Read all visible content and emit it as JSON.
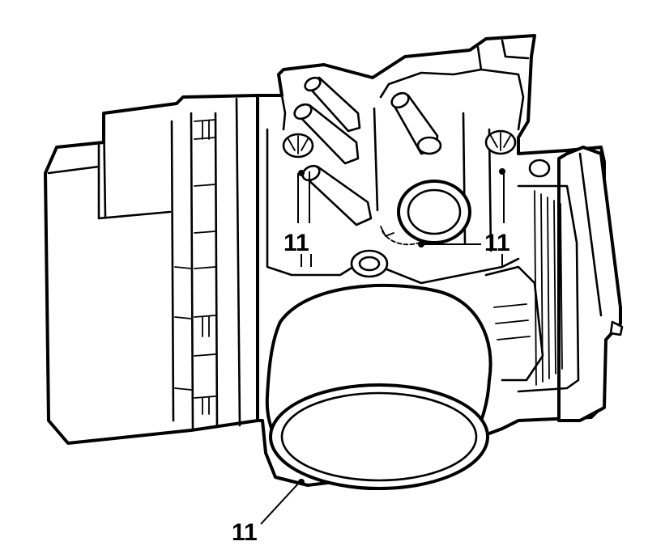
{
  "callouts": [
    {
      "id": "upper-left",
      "label": "11"
    },
    {
      "id": "upper-right",
      "label": "11"
    },
    {
      "id": "bottom",
      "label": "11"
    }
  ],
  "colors": {
    "line": "#000000",
    "background": "#ffffff"
  }
}
